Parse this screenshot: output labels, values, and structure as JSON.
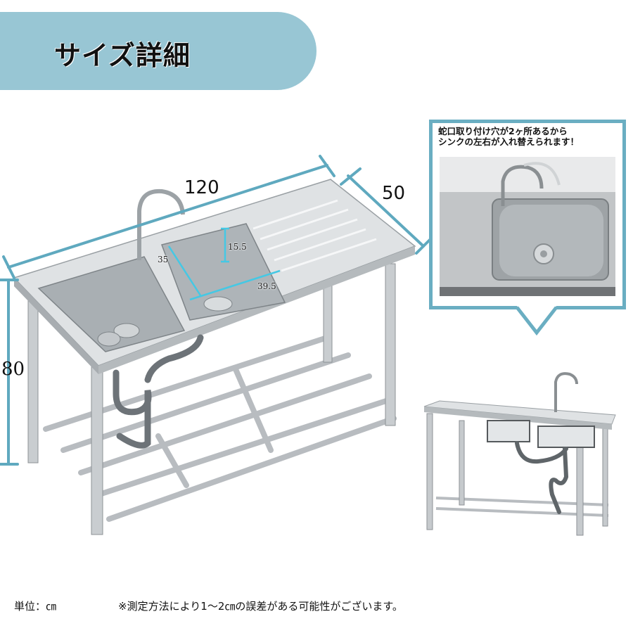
{
  "header": {
    "title": "サイズ詳細",
    "banner_color": "#98c6d4"
  },
  "dimensions": {
    "width": "120",
    "depth": "50",
    "height": "80",
    "basin_width": "39.5",
    "basin_depth": "35",
    "basin_height": "15.5",
    "line_color": "#5fa9bf",
    "inner_line_color": "#45c8e4"
  },
  "callout": {
    "text_line1": "蛇口取り付け穴が2ヶ所あるから",
    "text_line2": "シンクの左右が入れ替えられます！",
    "border_color": "#6aaec2"
  },
  "footer": {
    "unit": "単位：㎝",
    "note": "※測定方法により1～2㎝の誤差がある可能性がございます。"
  }
}
